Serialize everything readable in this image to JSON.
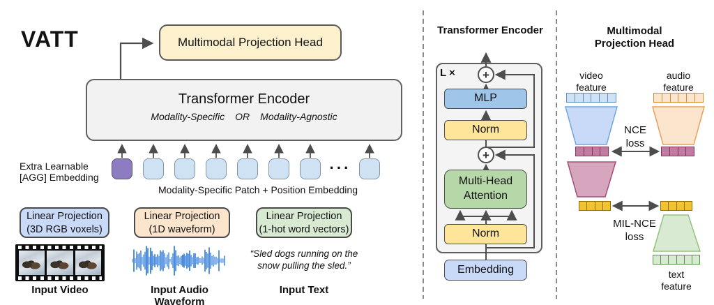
{
  "brand": "VATT",
  "encoder": {
    "projection_head_label": "Multimodal Projection Head",
    "title": "Transformer Encoder",
    "subtitle": {
      "left": "Modality-Specific",
      "or": "OR",
      "right": "Modality-Agnostic"
    },
    "agg_lines": [
      "Extra Learnable",
      "[AGG] Embedding"
    ],
    "patch_label": "Modality-Specific Patch + Position Embedding",
    "ellipsis": "···"
  },
  "inputs": {
    "video": {
      "proj_line1": "Linear Projection",
      "proj_line2": "(3D RGB voxels)",
      "label": "Input Video"
    },
    "audio": {
      "proj_line1": "Linear Projection",
      "proj_line2": "(1D waveform)",
      "label": "Input Audio Waveform"
    },
    "text": {
      "proj_line1": "Linear Projection",
      "proj_line2": "(1-hot word vectors)",
      "label": "Input Text",
      "quote_lines": [
        "“Sled dogs running on the",
        "snow pulling the sled.”"
      ]
    }
  },
  "encoder_detail": {
    "title": "Transformer Encoder",
    "repeat": "L ×",
    "plus": "+",
    "mlp": "MLP",
    "norm_top": "Norm",
    "mha_lines": [
      "Multi-Head",
      "Attention"
    ],
    "norm_bottom": "Norm",
    "embedding": "Embedding"
  },
  "projection_detail": {
    "title_lines": [
      "Multimodal",
      "Projection Head"
    ],
    "video_feature_lines": [
      "video",
      "feature"
    ],
    "audio_feature_lines": [
      "audio",
      "feature"
    ],
    "text_feature_lines": [
      "text",
      "feature"
    ],
    "nce_lines": [
      "NCE",
      "loss"
    ],
    "milnce_lines": [
      "MIL-NCE",
      "loss"
    ]
  },
  "colors": {
    "cream": "#FCF0CD",
    "gray_box": "#F2F2F2",
    "agg_purple": "#8E7CC3",
    "patch_blue": "#CFE2F3",
    "video_blue": "#C9DAF8",
    "audio_peach": "#FCE5CD",
    "text_green": "#D9EAD3",
    "mlp_blue": "#9FC5E8",
    "norm_yellow": "#FFE599",
    "mha_green": "#B6D7A8",
    "common_magenta": "#C27BA0",
    "vt_pink": "#D5A6BD",
    "vt_gold": "#F1C232",
    "waveform_blue": "#1C6FD6",
    "line_gray": "#4d4d4d"
  }
}
